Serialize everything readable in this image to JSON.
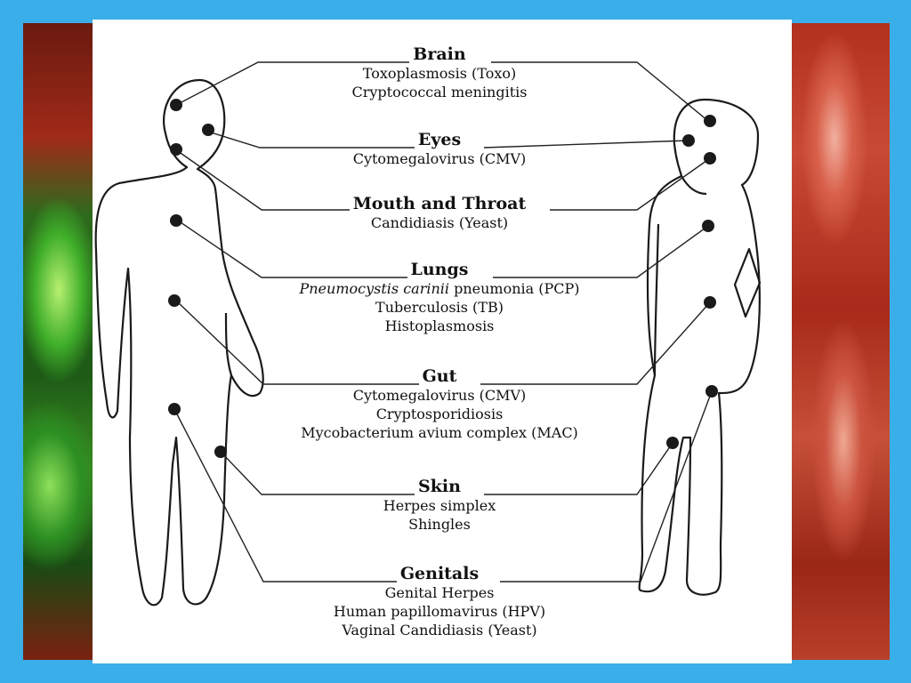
{
  "diagram": {
    "sections": [
      {
        "id": "brain",
        "title": "Brain",
        "items": [
          {
            "text": "Toxoplasmosis (Toxo)"
          },
          {
            "text": "Cryptococcal meningitis"
          }
        ]
      },
      {
        "id": "eyes",
        "title": "Eyes",
        "items": [
          {
            "text": "Cytomegalovirus (CMV)"
          }
        ]
      },
      {
        "id": "mouth-throat",
        "title": "Mouth and Throat",
        "items": [
          {
            "text": "Candidiasis (Yeast)"
          }
        ]
      },
      {
        "id": "lungs",
        "title": "Lungs",
        "items": [
          {
            "italic": "Pneumocystis carinii",
            "text": " pneumonia (PCP)"
          },
          {
            "text": "Tuberculosis (TB)"
          },
          {
            "text": "Histoplasmosis"
          }
        ]
      },
      {
        "id": "gut",
        "title": "Gut",
        "items": [
          {
            "text": "Cytomegalovirus (CMV)"
          },
          {
            "text": "Cryptosporidiosis"
          },
          {
            "text": "Mycobacterium avium complex (MAC)"
          }
        ]
      },
      {
        "id": "skin",
        "title": "Skin",
        "items": [
          {
            "text": "Herpes simplex"
          },
          {
            "text": "Shingles"
          }
        ]
      },
      {
        "id": "genitals",
        "title": "Genitals",
        "items": [
          {
            "text": "Genital Herpes"
          },
          {
            "text": "Human papillomavirus (HPV)"
          },
          {
            "text": "Vaginal Candidiasis (Yeast)"
          }
        ]
      }
    ]
  },
  "colors": {
    "frame": "#3aaee8",
    "panel": "#ffffff",
    "ink": "#111111"
  }
}
